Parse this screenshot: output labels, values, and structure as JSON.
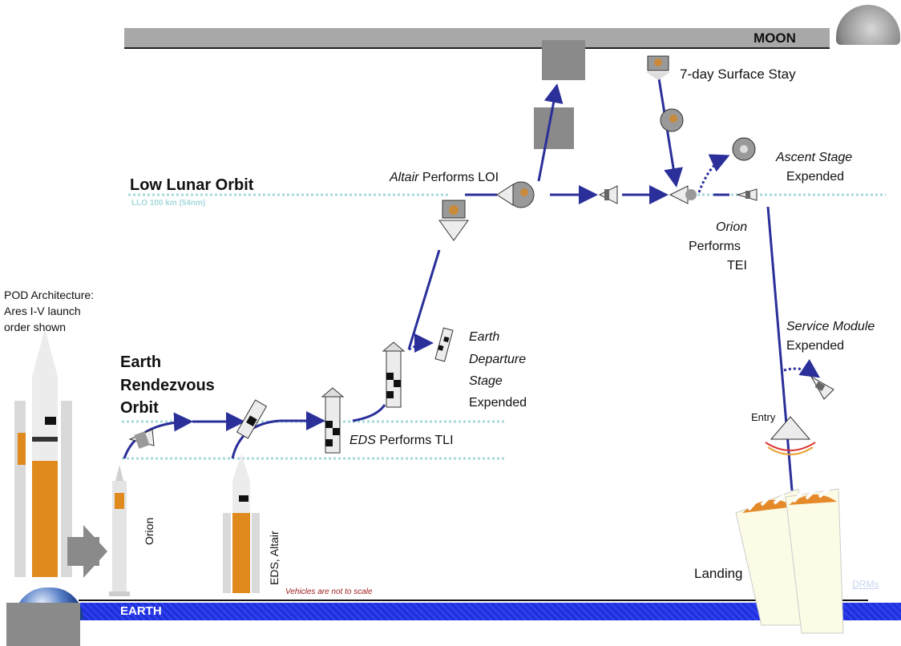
{
  "labels": {
    "moon": "MOON",
    "earth": "EARTH",
    "low_lunar_orbit": "Low Lunar Orbit",
    "llo_altitude": "LLO 100 km (54nm)",
    "earth_rendezvous": [
      "Earth",
      "Rendezvous",
      "Orbit"
    ],
    "pod_architecture": [
      "POD Architecture:",
      "Ares I-V launch",
      "order shown"
    ],
    "surface_stay": "7-day Surface Stay",
    "altair_loi": {
      "italic": "Altair",
      "rest": " Performs LOI"
    },
    "ascent_stage": {
      "italic": "Ascent Stage",
      "rest": "Expended"
    },
    "orion_tei": {
      "italic": "Orion",
      "line2": "Performs",
      "line3": "TEI"
    },
    "service_module": {
      "italic": "Service Module",
      "rest": "Expended"
    },
    "earth_departure": {
      "line1": "Earth",
      "line2": "Departure",
      "line3": "Stage",
      "rest": "Expended"
    },
    "eds_tli": {
      "italic": "EDS",
      "rest": " Performs TLI"
    },
    "entry": "Entry",
    "landing": "Landing",
    "orion_vehicle": "Orion",
    "eds_altair_vehicle": "EDS, Altair",
    "not_to_scale": "Vehicles are not to scale",
    "drms_link": "DRMs"
  },
  "colors": {
    "path": "#2a2f9a",
    "orbit_dotted": "#a6d8dc",
    "llo_text": "#a6d8dc",
    "moon_bar": "#a8a8a8",
    "earth_bar": "#2a3be8",
    "rocket_orange": "#e08a1e",
    "scale_note": "#a02020"
  },
  "icons": [
    "moon-icon",
    "earth-icon",
    "arrow-right-icon",
    "parachute-icon",
    "capsule-icon",
    "lander-icon"
  ]
}
